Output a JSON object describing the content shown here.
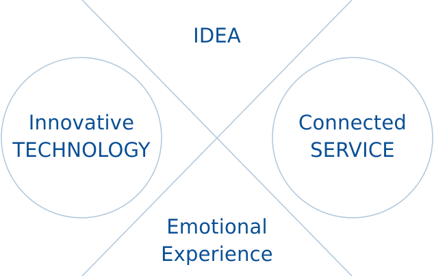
{
  "colors": {
    "line": "#b3c9dc",
    "text": "#0a4f95"
  },
  "labels": {
    "top": "IDEA",
    "left": {
      "line1": "Innovative",
      "line2": "TECHNOLOGY"
    },
    "right": {
      "line1": "Connected",
      "line2": "SERVICE"
    },
    "bottom": {
      "line1": "Emotional",
      "line2": "Experience"
    }
  }
}
